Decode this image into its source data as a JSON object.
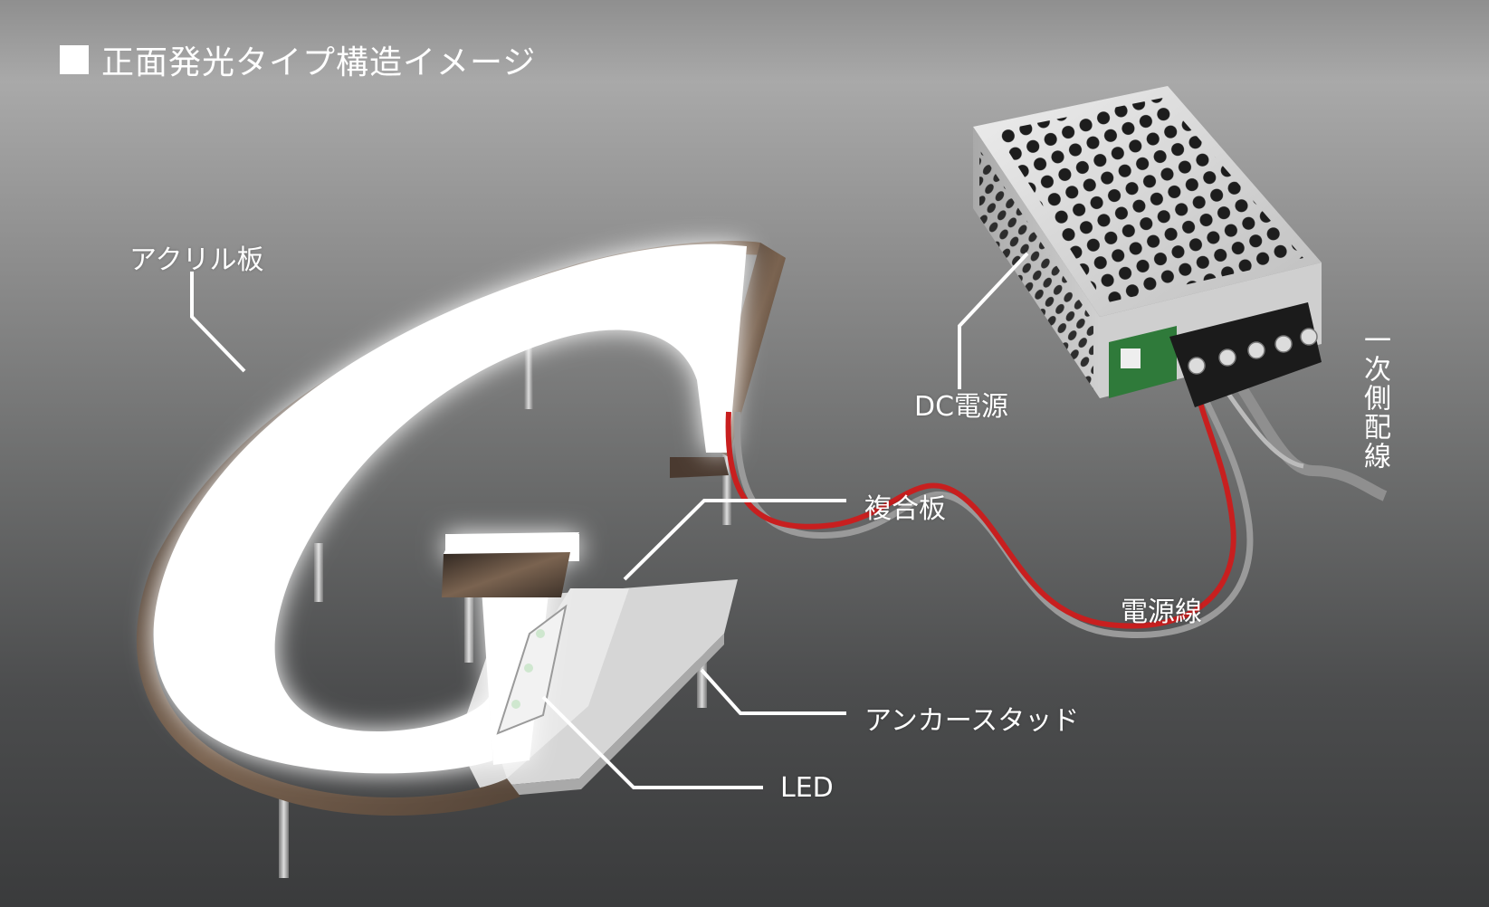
{
  "title": "正面発光タイプ構造イメージ",
  "labels": {
    "acrylic_plate": "アクリル板",
    "dc_power": "DC電源",
    "primary_wiring": "一次側配線",
    "composite_plate": "複合板",
    "power_cable": "電源線",
    "anchor_stud": "アンカースタッド",
    "led": "LED"
  },
  "colors": {
    "background_top": "#a9a9a9",
    "background_bottom": "#3a3b3c",
    "letter_face": "#ffffff",
    "letter_side": "#5e4a3c",
    "cable_red": "#c81f1f",
    "cable_gray": "#9a9a9a",
    "pcb_green": "#2f7a3a",
    "label_text": "#ffffff"
  }
}
